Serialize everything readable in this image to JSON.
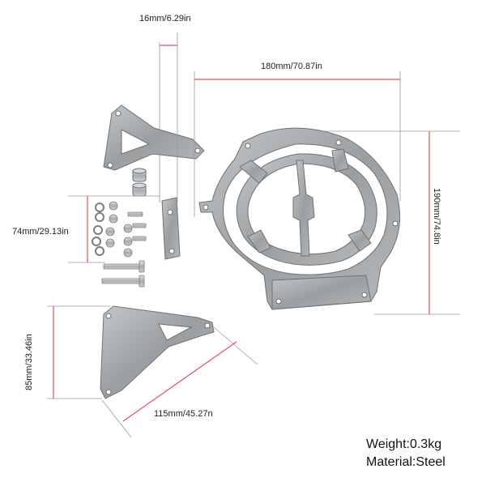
{
  "dimensions": {
    "width_small": "16mm/6.29in",
    "width_bracket": "180mm/70.87in",
    "height_bracket": "190mm/74.8in",
    "hardware_height": "74mm/29.13in",
    "lower_height": "85mm/33.46in",
    "lower_length": "115mm/45.27n"
  },
  "specs": {
    "weight": "Weight:0.3kg",
    "material": "Material:Steel"
  },
  "colors": {
    "dimension_line": "#e4515a",
    "steel": "#9fa3a6",
    "steel_dark": "#6e7275"
  }
}
